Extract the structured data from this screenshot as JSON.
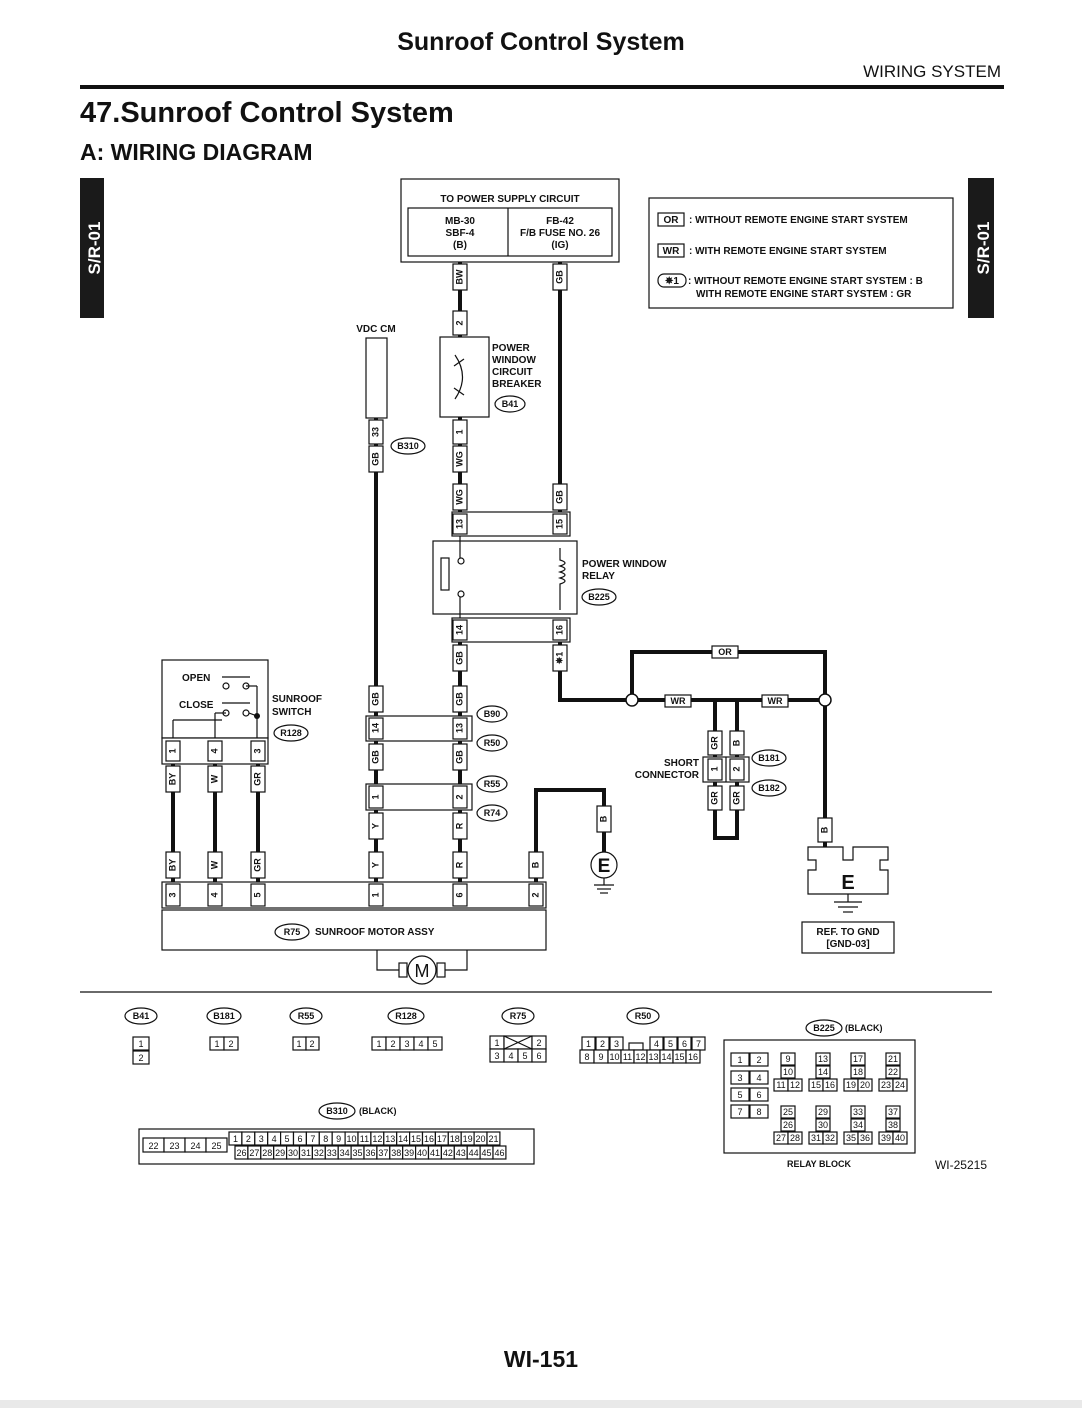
{
  "header": {
    "title": "Sunroof Control System",
    "section": "WIRING SYSTEM"
  },
  "chapter": {
    "title": "47.Sunroof Control System",
    "subtitle": "A:  WIRING DIAGRAM"
  },
  "side_tab": {
    "label": "S/R-01"
  },
  "power_supply": {
    "title": "TO POWER SUPPLY CIRCUIT",
    "left": [
      "MB-30",
      "SBF-4",
      "(B)"
    ],
    "right": [
      "FB-42",
      "F/B FUSE NO. 26",
      "(IG)"
    ]
  },
  "legend": {
    "or_tag": "OR",
    "or_text": ": WITHOUT REMOTE ENGINE START SYSTEM",
    "wr_tag": "WR",
    "wr_text": ": WITH REMOTE ENGINE START SYSTEM",
    "star_tag": "✵1",
    "star_line1": ": WITHOUT REMOTE ENGINE START SYSTEM : B",
    "star_line2": "WITH REMOTE ENGINE START SYSTEM        : GR"
  },
  "components": {
    "vdc": "VDC CM",
    "breaker": [
      "POWER",
      "WINDOW",
      "CIRCUIT",
      "BREAKER"
    ],
    "relay": [
      "POWER WINDOW",
      "RELAY"
    ],
    "sw_open": "OPEN",
    "sw_close": "CLOSE",
    "switch": [
      "SUNROOF",
      "SWITCH"
    ],
    "short_conn": [
      "SHORT",
      "CONNECTOR"
    ],
    "motor": "SUNROOF MOTOR ASSY",
    "motor_symbol": "M",
    "ground_symbol": "E",
    "ref_gnd": [
      "REF. TO GND",
      "[GND-03]"
    ]
  },
  "conn_tags": {
    "b41": "B41",
    "b310": "B310",
    "b225": "B225",
    "b90": "B90",
    "r50": "R50",
    "r55": "R55",
    "r74": "R74",
    "r128": "R128",
    "b181": "B181",
    "b182": "B182",
    "r75": "R75"
  },
  "wire_colors": {
    "bw": "BW",
    "gb": "GB",
    "wg": "WG",
    "by": "BY",
    "w": "W",
    "gr": "GR",
    "y": "Y",
    "r": "R",
    "b": "B",
    "or": "OR",
    "wr": "WR",
    "star1": "✵1"
  },
  "pins": {
    "p1": "1",
    "p2": "2",
    "p3": "3",
    "p4": "4",
    "p5": "5",
    "p6": "6",
    "p13": "13",
    "p14": "14",
    "p15": "15",
    "p16": "16",
    "p33": "33"
  },
  "connector_views": {
    "b41": {
      "tag": "B41",
      "rows": [
        [
          "1"
        ],
        [
          "2"
        ]
      ]
    },
    "b181": {
      "tag": "B181",
      "rows": [
        [
          "1",
          "2"
        ]
      ]
    },
    "r55": {
      "tag": "R55",
      "rows": [
        [
          "1",
          "2"
        ]
      ]
    },
    "r128": {
      "tag": "R128",
      "rows": [
        [
          "1",
          "2",
          "3",
          "4",
          "5"
        ]
      ]
    },
    "r75": {
      "tag": "R75",
      "rows": [
        [
          "1",
          "2"
        ],
        [
          "3",
          "4",
          "5",
          "6"
        ]
      ]
    },
    "r50": {
      "tag": "R50",
      "rows": [
        [
          "1",
          "2",
          "3",
          "4",
          "5",
          "6",
          "7"
        ],
        [
          "8",
          "9",
          "10",
          "11",
          "12",
          "13",
          "14",
          "15",
          "16"
        ]
      ]
    },
    "b310": {
      "tag": "B310",
      "suffix": "(BLACK)",
      "left": [
        "22",
        "23",
        "24",
        "25"
      ],
      "row1": [
        "1",
        "2",
        "3",
        "4",
        "5",
        "6",
        "7",
        "8",
        "9",
        "10",
        "11",
        "12",
        "13",
        "14",
        "15",
        "16",
        "17",
        "18",
        "19",
        "20",
        "21"
      ],
      "row2": [
        "26",
        "27",
        "28",
        "29",
        "30",
        "31",
        "32",
        "33",
        "34",
        "35",
        "36",
        "37",
        "38",
        "39",
        "40",
        "41",
        "42",
        "43",
        "44",
        "45",
        "46"
      ]
    },
    "b225": {
      "tag": "B225",
      "suffix": "(BLACK)",
      "caption": "RELAY BLOCK",
      "cells": [
        "1",
        "2",
        "3",
        "4",
        "5",
        "6",
        "7",
        "8",
        "9",
        "10",
        "11",
        "12",
        "13",
        "14",
        "15",
        "16",
        "17",
        "18",
        "19",
        "20",
        "21",
        "22",
        "23",
        "24",
        "25",
        "26",
        "27",
        "28",
        "29",
        "30",
        "31",
        "32",
        "33",
        "34",
        "35",
        "36",
        "37",
        "38",
        "39",
        "40"
      ]
    }
  },
  "figure_id": "WI-25215",
  "page_number": "WI-151"
}
